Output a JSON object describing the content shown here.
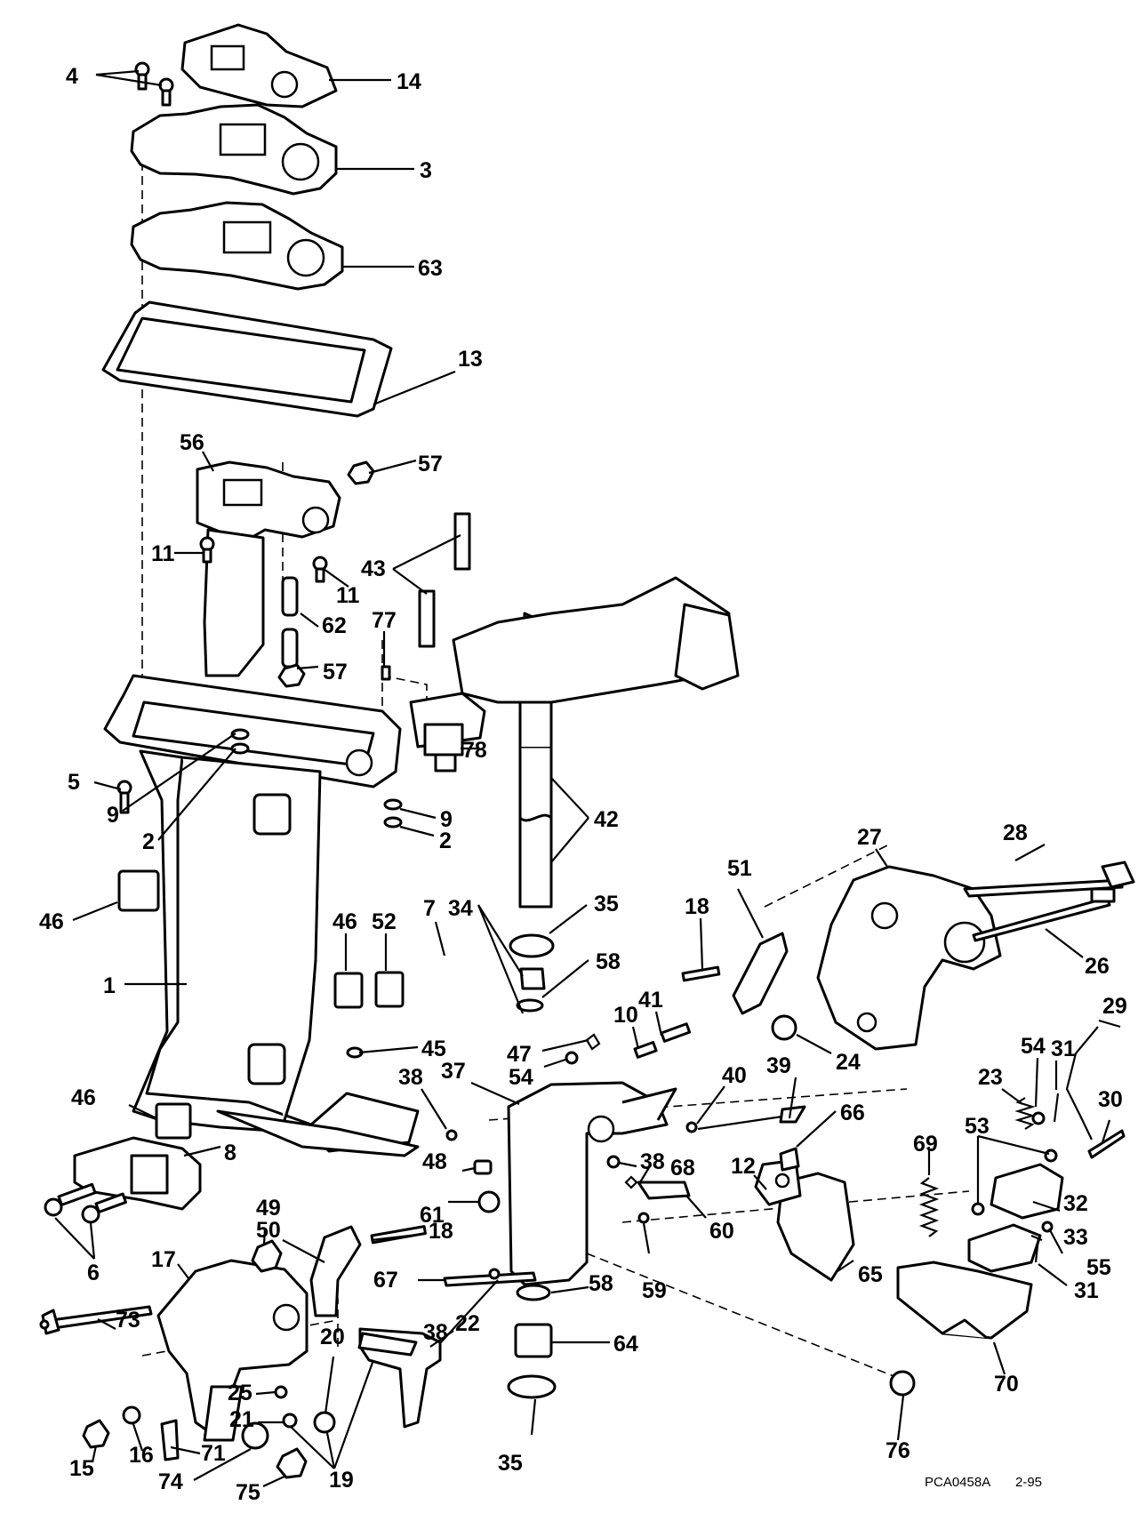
{
  "figure_code": "PCA0458A",
  "figure_date": "2-95",
  "callouts": [
    {
      "id": "c4",
      "label": "4"
    },
    {
      "id": "c14",
      "label": "14"
    },
    {
      "id": "c3",
      "label": "3"
    },
    {
      "id": "c63",
      "label": "63"
    },
    {
      "id": "c13",
      "label": "13"
    },
    {
      "id": "c56",
      "label": "56"
    },
    {
      "id": "c57a",
      "label": "57"
    },
    {
      "id": "c11a",
      "label": "11"
    },
    {
      "id": "c11b",
      "label": "11"
    },
    {
      "id": "c43",
      "label": "43"
    },
    {
      "id": "c62",
      "label": "62"
    },
    {
      "id": "c77",
      "label": "77"
    },
    {
      "id": "c57b",
      "label": "57"
    },
    {
      "id": "c78",
      "label": "78"
    },
    {
      "id": "c5",
      "label": "5"
    },
    {
      "id": "c9a",
      "label": "9"
    },
    {
      "id": "c2a",
      "label": "2"
    },
    {
      "id": "c9b",
      "label": "9"
    },
    {
      "id": "c2b",
      "label": "2"
    },
    {
      "id": "c42",
      "label": "42"
    },
    {
      "id": "c27",
      "label": "27"
    },
    {
      "id": "c28",
      "label": "28"
    },
    {
      "id": "c46a",
      "label": "46"
    },
    {
      "id": "c1",
      "label": "1"
    },
    {
      "id": "c46b",
      "label": "46"
    },
    {
      "id": "c52",
      "label": "52"
    },
    {
      "id": "c7",
      "label": "7"
    },
    {
      "id": "c34",
      "label": "34"
    },
    {
      "id": "c35a",
      "label": "35"
    },
    {
      "id": "c58a",
      "label": "58"
    },
    {
      "id": "c18a",
      "label": "18"
    },
    {
      "id": "c51",
      "label": "51"
    },
    {
      "id": "c26",
      "label": "26"
    },
    {
      "id": "c41",
      "label": "41"
    },
    {
      "id": "c10",
      "label": "10"
    },
    {
      "id": "c29",
      "label": "29"
    },
    {
      "id": "c45",
      "label": "45"
    },
    {
      "id": "c47",
      "label": "47"
    },
    {
      "id": "c54a",
      "label": "54"
    },
    {
      "id": "c24",
      "label": "24"
    },
    {
      "id": "c54b",
      "label": "54"
    },
    {
      "id": "c31a",
      "label": "31"
    },
    {
      "id": "c23",
      "label": "23"
    },
    {
      "id": "c46c",
      "label": "46"
    },
    {
      "id": "c38a",
      "label": "38"
    },
    {
      "id": "c37",
      "label": "37"
    },
    {
      "id": "c40",
      "label": "40"
    },
    {
      "id": "c39",
      "label": "39"
    },
    {
      "id": "c66",
      "label": "66"
    },
    {
      "id": "c30",
      "label": "30"
    },
    {
      "id": "c53",
      "label": "53"
    },
    {
      "id": "c8",
      "label": "8"
    },
    {
      "id": "c38b",
      "label": "38"
    },
    {
      "id": "c12",
      "label": "12"
    },
    {
      "id": "c48",
      "label": "48"
    },
    {
      "id": "c68",
      "label": "68"
    },
    {
      "id": "c69",
      "label": "69"
    },
    {
      "id": "c32",
      "label": "32"
    },
    {
      "id": "c50",
      "label": "50"
    },
    {
      "id": "c18b",
      "label": "18"
    },
    {
      "id": "c61",
      "label": "61"
    },
    {
      "id": "c60",
      "label": "60"
    },
    {
      "id": "c33",
      "label": "33"
    },
    {
      "id": "c49",
      "label": "49"
    },
    {
      "id": "c6",
      "label": "6"
    },
    {
      "id": "c55",
      "label": "55"
    },
    {
      "id": "c17",
      "label": "17"
    },
    {
      "id": "c67",
      "label": "67"
    },
    {
      "id": "c65",
      "label": "65"
    },
    {
      "id": "c59",
      "label": "59"
    },
    {
      "id": "c31b",
      "label": "31"
    },
    {
      "id": "c58b",
      "label": "58"
    },
    {
      "id": "c73",
      "label": "73"
    },
    {
      "id": "c20",
      "label": "20"
    },
    {
      "id": "c22",
      "label": "22"
    },
    {
      "id": "c38c",
      "label": "38"
    },
    {
      "id": "c64",
      "label": "64"
    },
    {
      "id": "c25",
      "label": "25"
    },
    {
      "id": "c76",
      "label": "76"
    },
    {
      "id": "c70",
      "label": "70"
    },
    {
      "id": "c21",
      "label": "21"
    },
    {
      "id": "c15",
      "label": "15"
    },
    {
      "id": "c16",
      "label": "16"
    },
    {
      "id": "c71",
      "label": "71"
    },
    {
      "id": "c35b",
      "label": "35"
    },
    {
      "id": "c74",
      "label": "74"
    },
    {
      "id": "c19",
      "label": "19"
    },
    {
      "id": "c75",
      "label": "75"
    }
  ]
}
